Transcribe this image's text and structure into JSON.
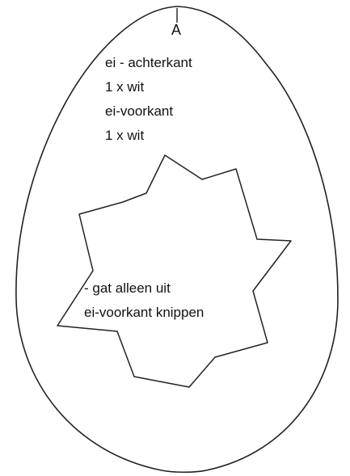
{
  "marker": {
    "tick": "I",
    "letter": "A"
  },
  "notes": {
    "line1": "ei - achterkant",
    "line2": "1 x wit",
    "line3": "ei-voorkant",
    "line4": "1 x wit"
  },
  "hole_note": {
    "line1": "- gat alleen uit",
    "line2": "ei-voorkant knippen"
  },
  "colors": {
    "stroke": "#222222",
    "background": "#ffffff"
  }
}
